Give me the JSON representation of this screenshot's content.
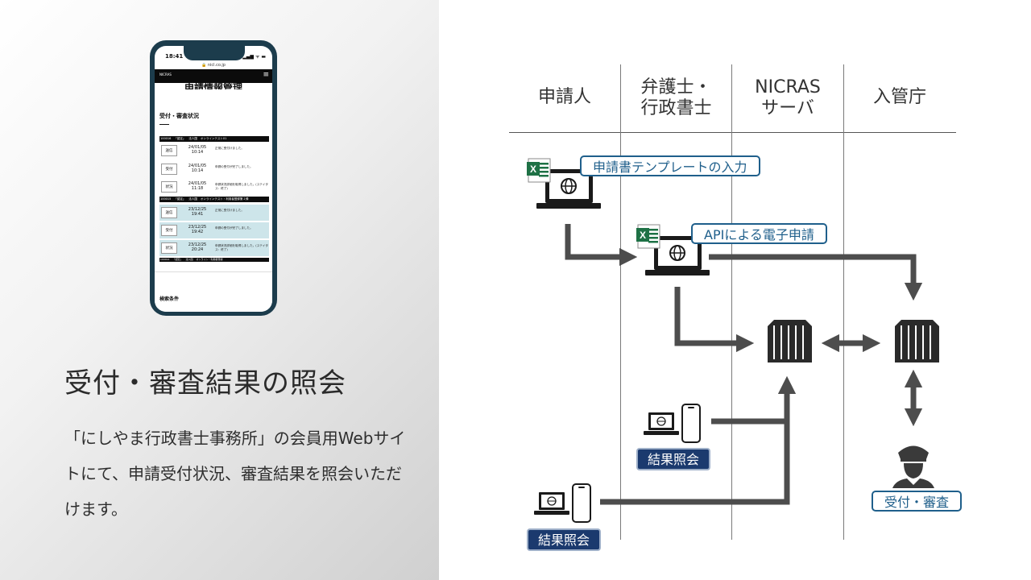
{
  "phone": {
    "time": "18:41",
    "status": "▂▄▆ ᯤ ▬",
    "url": "🔒 nicl.co.jp",
    "brand": "NICRAS",
    "menu": "≡",
    "page_title": "申請情報管理",
    "section": "受付・審査状況",
    "group1": [
      "100016",
      "「認定」",
      "法人国",
      "オンラインテスト01"
    ],
    "group2": [
      "100015",
      "「認定」",
      "法人国",
      "オンラインテスト・利用者登録第１弾"
    ],
    "group3": [
      "100014",
      "「認定」",
      "法人国",
      "オンライン・利用者登録"
    ],
    "rows": [
      {
        "btn": "送信",
        "date": "24/01/05\n10:14",
        "msg": "正常に受付けました。"
      },
      {
        "btn": "受付",
        "date": "24/01/05\n10:14",
        "msg": "申請の受付が完了しました。"
      },
      {
        "btn": "状況",
        "date": "24/01/05\n11:18",
        "msg": "申請状況詳細を取得しました。(ステイタス：終了)"
      },
      {
        "btn": "送信",
        "date": "23/12/25\n19:41",
        "msg": "正常に受付けました。"
      },
      {
        "btn": "受付",
        "date": "23/12/25\n19:42",
        "msg": "申請の受付が完了しました。"
      },
      {
        "btn": "状況",
        "date": "23/12/25\n20:24",
        "msg": "申請状況詳細を取得しました。(ステイタス：終了)"
      }
    ],
    "search": "検索条件"
  },
  "title": "受付・審査結果の照会",
  "description": "「にしやま行政書士事務所」の会員用Webサイトにて、申請受付状況、審査結果を照会いただけます。",
  "columns": [
    "申請人",
    "弁護士・\n行政書士",
    "NICRAS\nサーバ",
    "入管庁"
  ],
  "labels": {
    "template_input": "申請書テンプレートの入力",
    "api_submit": "APIによる電子申請",
    "result_lawyer": "結果照会",
    "result_applicant": "結果照会",
    "review": "受付・審査"
  },
  "colors": {
    "arrow": "#4d4d4d",
    "label_border": "#1f5f8b",
    "dark_label": "#1b3a6e",
    "excel": "#1e7145"
  }
}
